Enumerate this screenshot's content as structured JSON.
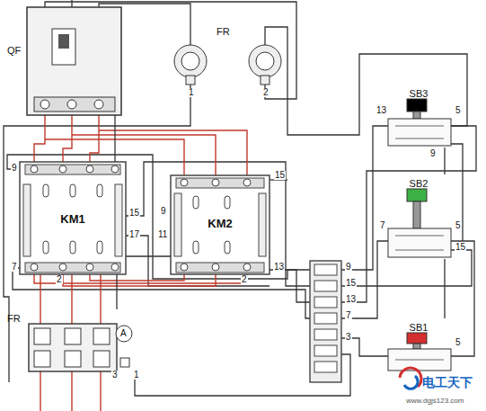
{
  "diagram": {
    "nodes": [
      {
        "text": [
          "QF"
        ]
      },
      {
        "text": [
          "KM1"
        ]
      },
      {
        "text": [
          "KM2"
        ]
      },
      {
        "text": [
          "SB3"
        ]
      },
      {
        "text": [
          "SB2"
        ]
      },
      {
        "text": [
          "SB1"
        ]
      },
      {
        "text": [
          "FR"
        ]
      }
    ],
    "edges": [
      {
        "from": 0,
        "to": 1,
        "arrow": "none"
      },
      {
        "from": 1,
        "to": 2,
        "arrow": "none"
      },
      {
        "from": 1,
        "to": 6,
        "arrow": "none"
      },
      {
        "from": 3,
        "to": 4,
        "arrow": "none"
      },
      {
        "from": 4,
        "to": 5,
        "arrow": "none"
      }
    ],
    "labels": [
      "FR",
      "1",
      "2",
      "9",
      "15",
      "17",
      "7",
      "2",
      "9",
      "11",
      "15",
      "13",
      "2",
      "13",
      "5",
      "9",
      "7",
      "5",
      "15",
      "5",
      "9",
      "15",
      "13",
      "7",
      "3",
      "A",
      "3",
      "1",
      "电工天下",
      "www.dgjs123.com"
    ]
  }
}
